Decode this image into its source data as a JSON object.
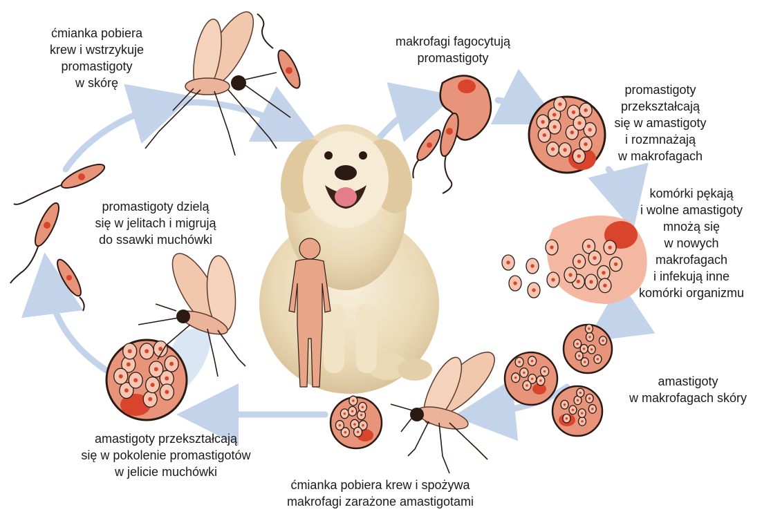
{
  "labels": {
    "bite_inject": "ćmianka pobiera\nkrew i wstrzykuje\npromastigoty\nw skórę",
    "phagocytose": "makrofagi fagocytują\npromastigoty",
    "transform_multiply": "promastigoty\nprzekształcają\nsię w amastigoty\ni rozmnażają\nw makrofagach",
    "cells_burst": "komórki pękają\ni wolne amastigoty\nmnożą się\nw nowych\nmakrofagach\ni infekują inne\nkomórki organizmu",
    "skin_macrophages": "amastigoty\nw makrofagach skóry",
    "bite_ingest": "ćmianka pobiera krew i spożywa\nmakrofagi zarażone amastigotami",
    "gut_transform": "amastigoty przekształcają\nsię w pokolenie promastigotów\nw jelicie muchówki",
    "divide_migrate": "promastigoty dzielą\nsię w jelitach i migrują\ndo ssawki muchówki"
  },
  "icons": [
    "sandfly-icon",
    "promastigote-icon",
    "macrophage-icon",
    "amastigote-icon",
    "dog-icon",
    "human-icon",
    "cycle-arrow"
  ],
  "colors": {
    "cell": "#e8947a",
    "cell_dark": "#d45a3c",
    "nucleus": "#d9452c",
    "outline": "#2b1a14",
    "arrow": "#c3d3ea",
    "human": "#e8a587",
    "dog": "#efe2c8"
  }
}
